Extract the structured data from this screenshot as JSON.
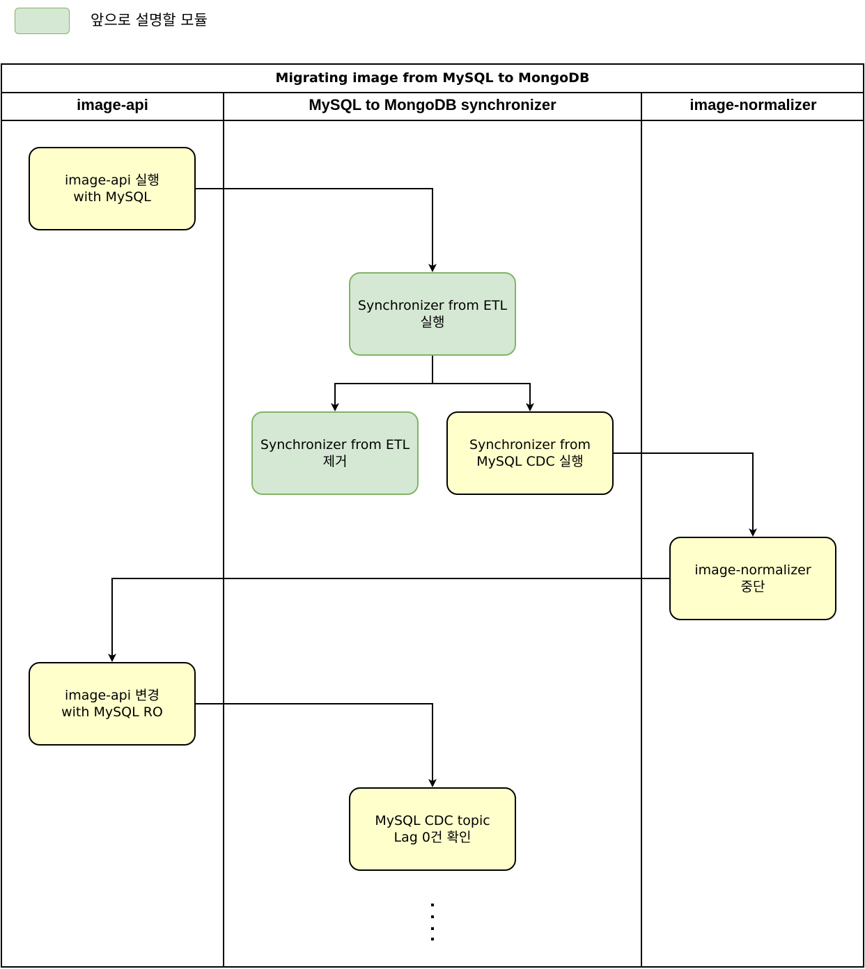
{
  "legend": {
    "color": "#d5e8d4",
    "border": "#82b366",
    "label": "앞으로 설명할 모듈"
  },
  "pool": {
    "title": "Migrating image from MySQL to MongoDB"
  },
  "lanes": [
    {
      "label": "image-api"
    },
    {
      "label": "MySQL to MongoDB synchronizer"
    },
    {
      "label": "image-normalizer"
    }
  ],
  "nodes": {
    "api_run": "image-api 실행\nwith MySQL",
    "etl_run": "Synchronizer from ETL\n실행",
    "etl_remove": "Synchronizer from ETL\n제거",
    "cdc_run": "Synchronizer from\nMySQL CDC 실행",
    "normalizer_stop": "image-normalizer\n중단",
    "api_change": "image-api 변경\nwith MySQL RO",
    "lag_check": "MySQL CDC topic\nLag 0건 확인"
  },
  "colors": {
    "process_fill": "#ffffcc",
    "module_fill": "#d5e8d4",
    "module_stroke": "#82b366"
  }
}
